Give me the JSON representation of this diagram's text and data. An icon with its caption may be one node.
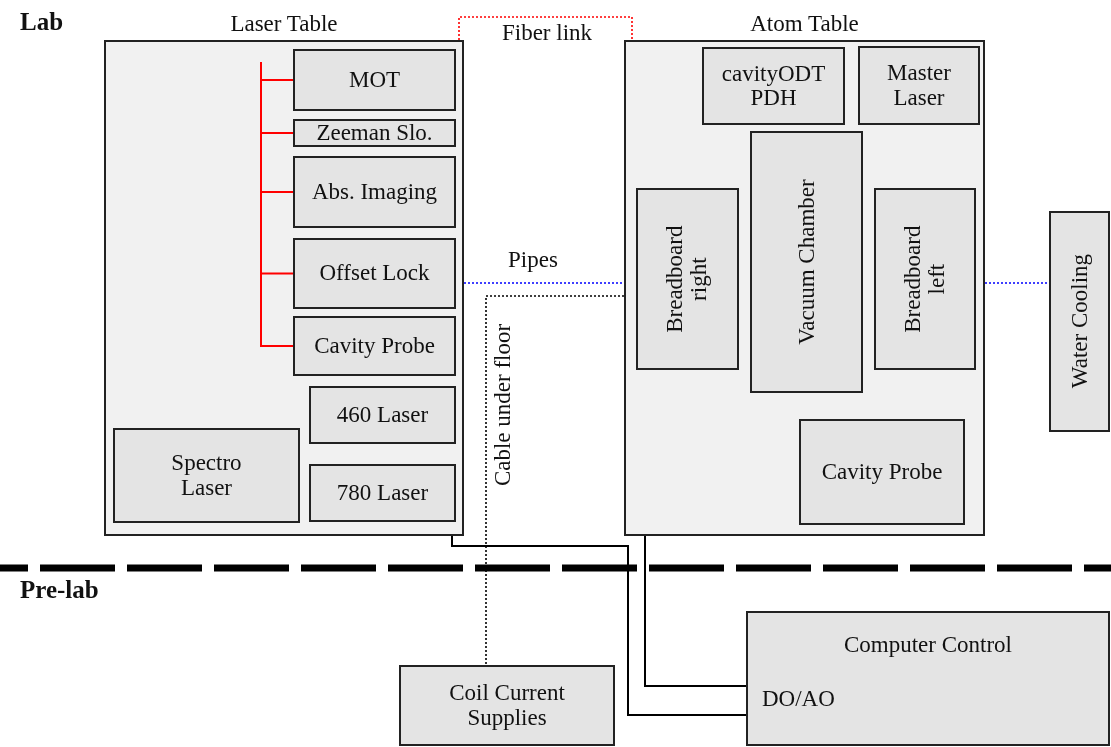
{
  "diagram": {
    "nodes": [
      {
        "text": [
          "Laser Table"
        ]
      },
      {
        "text": [
          "MOT"
        ],
        "in": 0
      },
      {
        "text": [
          "Zeeman Slo."
        ],
        "in": 0
      },
      {
        "text": [
          "Abs. Imaging"
        ],
        "in": 0
      },
      {
        "text": [
          "Offset Lock"
        ],
        "in": 0
      },
      {
        "text": [
          "Cavity Probe"
        ],
        "in": 0
      },
      {
        "text": [
          "460 Laser"
        ],
        "in": 0
      },
      {
        "text": [
          "Spectro Laser"
        ],
        "in": 0
      },
      {
        "text": [
          "780 Laser"
        ],
        "in": 0
      },
      {
        "text": [
          "Atom Table"
        ]
      },
      {
        "text": [
          "cavityODT PDH"
        ],
        "in": 9
      },
      {
        "text": [
          "Master Laser"
        ],
        "in": 9
      },
      {
        "text": [
          "Breadboard right"
        ],
        "in": 9
      },
      {
        "text": [
          "Vacuum Chamber"
        ],
        "in": 9
      },
      {
        "text": [
          "Breadboard left"
        ],
        "in": 9
      },
      {
        "text": [
          "Cavity Probe"
        ],
        "in": 9
      },
      {
        "text": [
          "Water Cooling"
        ]
      },
      {
        "text": [
          "Coil Current Supplies"
        ]
      },
      {
        "text": [
          "Computer Control",
          "DO/AO"
        ]
      }
    ],
    "edges": [
      {
        "from": null,
        "to": 1,
        "arrow": "none",
        "color": "#ff0000"
      },
      {
        "from": null,
        "to": 2,
        "arrow": "none",
        "color": "#ff0000"
      },
      {
        "from": null,
        "to": 3,
        "arrow": "none",
        "color": "#ff0000"
      },
      {
        "from": null,
        "to": 4,
        "arrow": "none",
        "color": "#ff0000"
      },
      {
        "from": null,
        "to": 5,
        "arrow": "none",
        "color": "#ff0000"
      },
      {
        "from": 0,
        "to": 9,
        "arrow": "none",
        "label": "Fiber link",
        "style": "dashed",
        "color": "#ff0000"
      },
      {
        "from": 0,
        "to": 9,
        "arrow": "none",
        "label": "Pipes",
        "style": "dashed",
        "color": "#0000ff"
      },
      {
        "from": 9,
        "to": 16,
        "arrow": "none",
        "style": "dashed",
        "color": "#0000ff"
      },
      {
        "from": 9,
        "to": 17,
        "arrow": "none",
        "label": "Cable under floor",
        "style": "dashed",
        "color": "#000000"
      },
      {
        "from": 0,
        "to": 18,
        "arrow": "none",
        "color": "#000000"
      },
      {
        "from": 9,
        "to": 18,
        "arrow": "none",
        "color": "#000000"
      }
    ],
    "labels": [
      "Lab",
      "Pre-lab"
    ]
  }
}
